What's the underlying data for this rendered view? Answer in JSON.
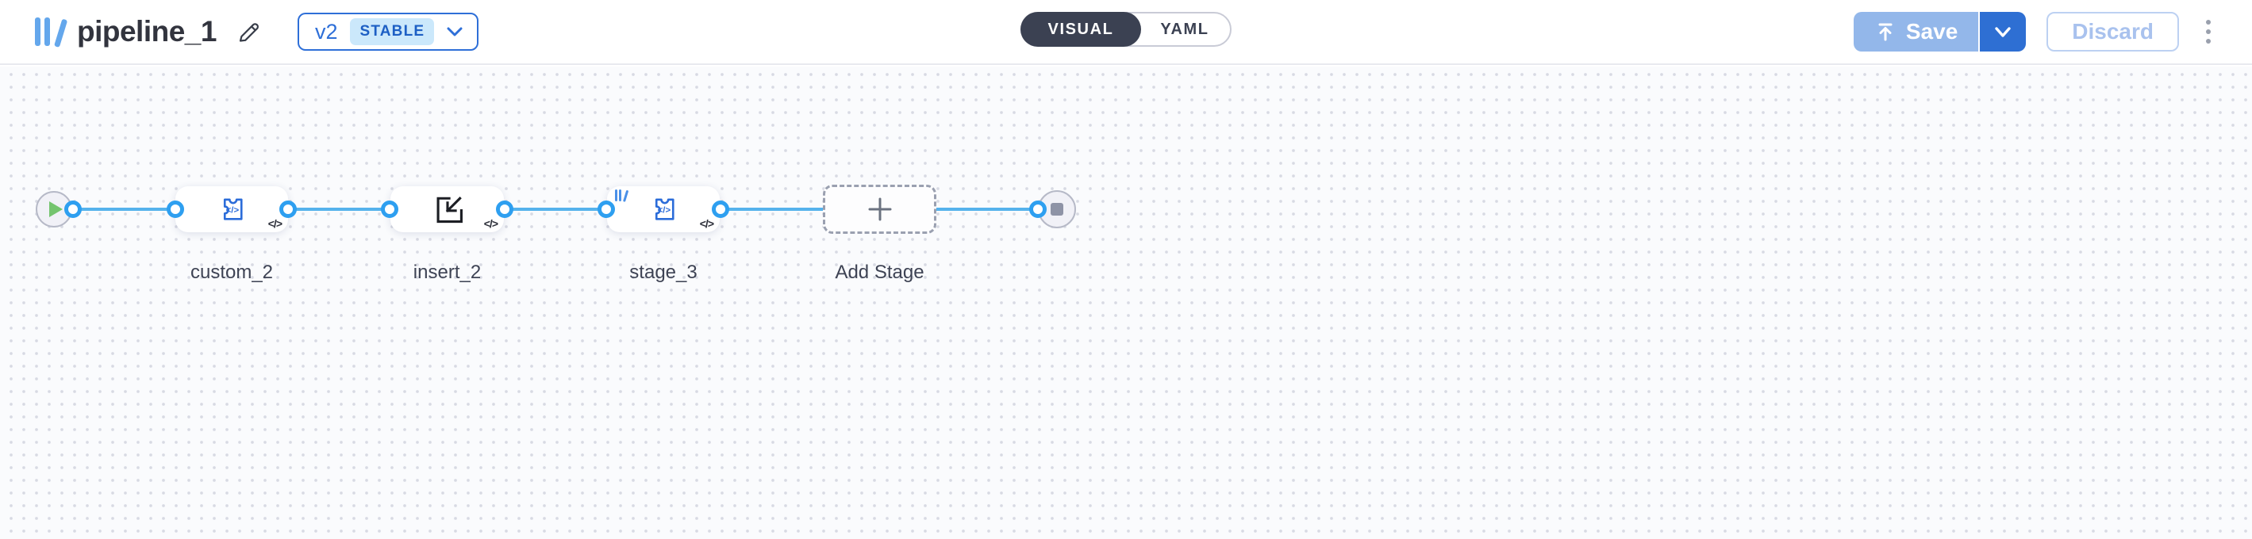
{
  "header": {
    "title": "pipeline_1",
    "version": {
      "label": "v2",
      "badge": "STABLE"
    },
    "toggle": {
      "visual": "VISUAL",
      "yaml": "YAML"
    },
    "save_label": "Save",
    "discard_label": "Discard"
  },
  "canvas": {
    "stages": [
      {
        "label": "custom_2",
        "badge": "</>",
        "icon": "puzzle-code-icon"
      },
      {
        "label": "insert_2",
        "badge": "</>",
        "icon": "insert-icon"
      },
      {
        "label": "stage_3",
        "badge": "</>",
        "icon": "puzzle-code-icon",
        "corner_mark": "logo-icon"
      },
      {
        "label": "Add Stage",
        "icon": "plus-icon"
      }
    ],
    "terminals": {
      "start": "play-icon",
      "end": "stop-icon"
    }
  },
  "icons": {
    "logo": "logo-icon",
    "edit": "pencil-icon",
    "version_caret": "chevron-down-icon",
    "save": "upload-icon",
    "save_caret": "chevron-down-icon",
    "menu": "kebab-icon"
  },
  "colors": {
    "accent_blue": "#2e6fd8",
    "edge_blue": "#55b2ec",
    "port_blue": "#2e9ff0",
    "node_icon_blue": "#2b6cd9",
    "save_disabled": "#93b7ea",
    "save_caret_bg": "#2e6fd3",
    "toggle_dark": "#3b4152",
    "play_green": "#74c46e",
    "stop_gray": "#8e93a6",
    "badge_bg": "#cbe8fb",
    "canvas_bg": "#fafbfd"
  }
}
